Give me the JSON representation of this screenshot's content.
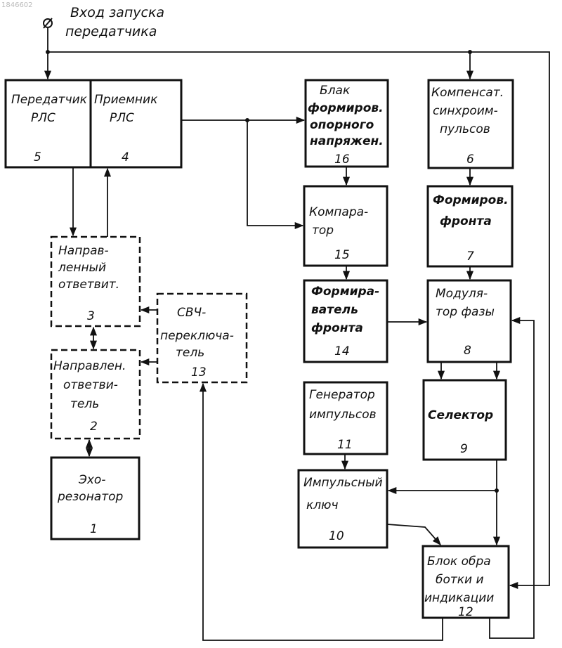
{
  "watermark": "1846602",
  "input_label": [
    "Вход запуска",
    "передатчика"
  ],
  "blocks": {
    "b5": {
      "lines": [
        "Передатчик",
        "РЛС"
      ],
      "number": "5"
    },
    "b4": {
      "lines": [
        "Приемник",
        "РЛС"
      ],
      "number": "4"
    },
    "b3": {
      "lines": [
        "Направ-",
        "ленный",
        "ответвит."
      ],
      "number": "3"
    },
    "b2": {
      "lines": [
        "Направлен.",
        "ответви-",
        "тель"
      ],
      "number": "2"
    },
    "b1": {
      "lines": [
        "Эхо-",
        "резонатор"
      ],
      "number": "1"
    },
    "b13": {
      "lines": [
        "СВЧ-",
        "переключа-",
        "тель"
      ],
      "number": "13"
    },
    "b16": {
      "lines": [
        "Блак",
        "формиров.",
        "опорного",
        "напряжен."
      ],
      "number": "16"
    },
    "b15": {
      "lines": [
        "Компара-",
        "тор"
      ],
      "number": "15"
    },
    "b14": {
      "lines": [
        "Формира-",
        "ватель",
        "фронта"
      ],
      "number": "14"
    },
    "b11": {
      "lines": [
        "Генератор",
        "импульсов"
      ],
      "number": "11"
    },
    "b10": {
      "lines": [
        "Импульсный",
        "ключ"
      ],
      "number": "10"
    },
    "b6": {
      "lines": [
        "Компенсат.",
        "синхроим-",
        "пульсов"
      ],
      "number": "6"
    },
    "b7": {
      "lines": [
        "Формиров.",
        "фронта"
      ],
      "number": "7"
    },
    "b8": {
      "lines": [
        "Модуля-",
        "тор фазы"
      ],
      "number": "8"
    },
    "b9": {
      "lines": [
        "Селектор"
      ],
      "number": "9"
    },
    "b12": {
      "lines": [
        "Блок обра",
        "ботки и",
        "индикации"
      ],
      "number": "12"
    }
  }
}
